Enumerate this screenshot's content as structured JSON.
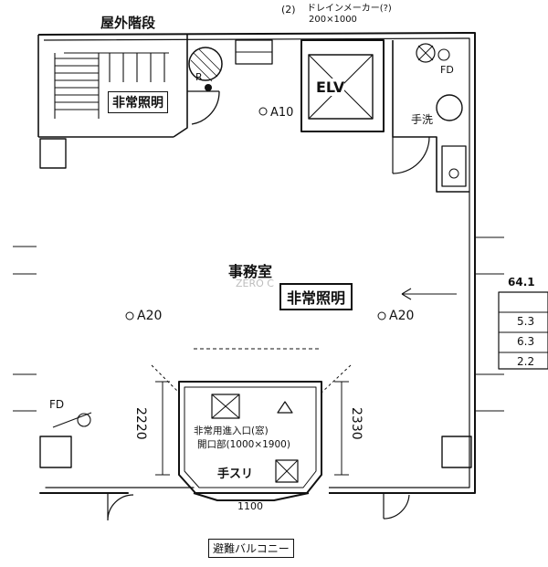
{
  "plan": {
    "header": {
      "top_label": "(2)",
      "vent_label": "ドレインメーカー(?)",
      "vent_size": "200×1000"
    },
    "rooms": {
      "outdoor_stairs": "屋外階段",
      "office": "事務室",
      "elevator": "ELV",
      "toilet": "手洗",
      "balcony": "避難バルコニー"
    },
    "labels": {
      "emergency_light": "非常照明",
      "emergency_light_stairs": "非常照明",
      "aic": "A10",
      "a20_left": "A20",
      "a20_right": "A20",
      "fd_top": "FD",
      "fd_left": "FD",
      "handrail": "手スリ",
      "emergency_entry_line1": "非常用進入口(窓)",
      "emergency_entry_line2": "開口部(1000×1900)",
      "r_mark": "R",
      "door_width": "1100",
      "watermark": "ZERO C"
    },
    "dimensions": {
      "left_height": "2220",
      "right_height": "2330"
    },
    "side_numbers": [
      "5.3",
      "6.3",
      "2.2"
    ],
    "side_fraction": "64.1"
  }
}
